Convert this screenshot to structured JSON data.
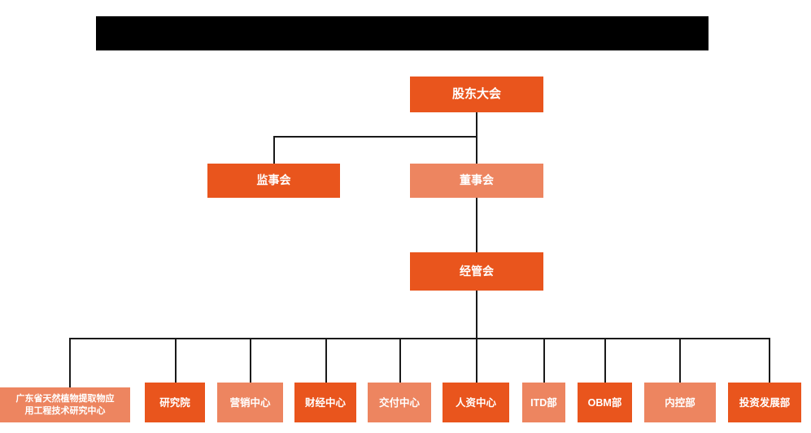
{
  "chart_meta": {
    "type": "org-chart",
    "title_banner": "",
    "background_color": "#ffffff",
    "line_color": "#1a1a1a",
    "colors": {
      "dark_orange": "#e9551d",
      "light_orange": "#ed8560",
      "redaction": "#000000",
      "text": "#ffffff"
    }
  },
  "nodes": {
    "shareholders_meeting": {
      "label": "股东大会",
      "tone": "dark"
    },
    "board_of_supervisors": {
      "label": "监事会",
      "tone": "dark"
    },
    "board_of_directors": {
      "label": "董事会",
      "tone": "light"
    },
    "management_committee": {
      "label": "经管会",
      "tone": "dark"
    }
  },
  "departments": [
    {
      "label": "广东省天然植物提取物应\n用工程技术研究中心",
      "tone": "light"
    },
    {
      "label": "研究院",
      "tone": "dark"
    },
    {
      "label": "营销中心",
      "tone": "light"
    },
    {
      "label": "财经中心",
      "tone": "dark"
    },
    {
      "label": "交付中心",
      "tone": "light"
    },
    {
      "label": "人资中心",
      "tone": "dark"
    },
    {
      "label": "ITD部",
      "tone": "light"
    },
    {
      "label": "OBM部",
      "tone": "dark"
    },
    {
      "label": "内控部",
      "tone": "light"
    },
    {
      "label": "投资发展部",
      "tone": "dark"
    }
  ]
}
